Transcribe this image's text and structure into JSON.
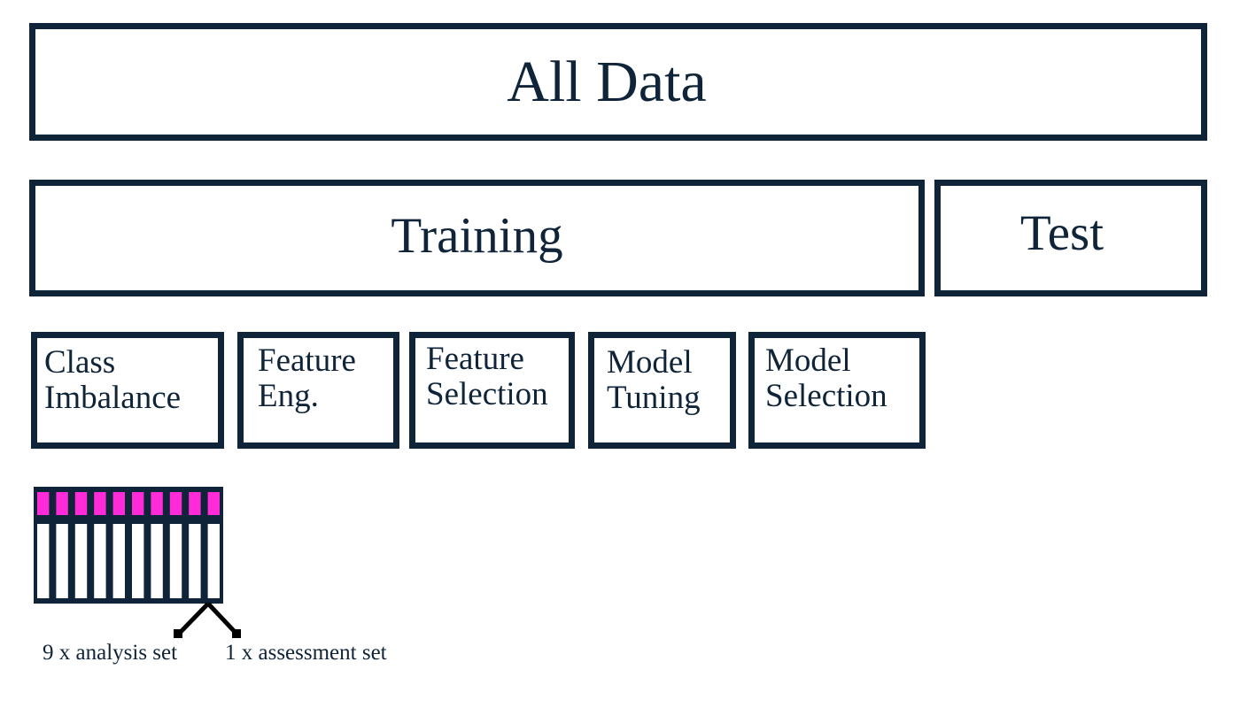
{
  "all_data": {
    "label": "All Data"
  },
  "split": {
    "training": {
      "label": "Training"
    },
    "test": {
      "label": "Test"
    }
  },
  "steps": [
    {
      "label": "Class\nImbalance"
    },
    {
      "label": "Feature\nEng."
    },
    {
      "label": "Feature\nSelection"
    },
    {
      "label": "Model\nTuning"
    },
    {
      "label": "Model\nSelection"
    }
  ],
  "folds": {
    "count": 10,
    "highlight_color": "#ff2bd8",
    "analysis_caption": "9 x analysis set",
    "assessment_caption": "1 x assessment set"
  },
  "colors": {
    "border": "#0f2438",
    "text": "#0f2438",
    "highlight": "#ff2bd8",
    "background": "#ffffff"
  }
}
